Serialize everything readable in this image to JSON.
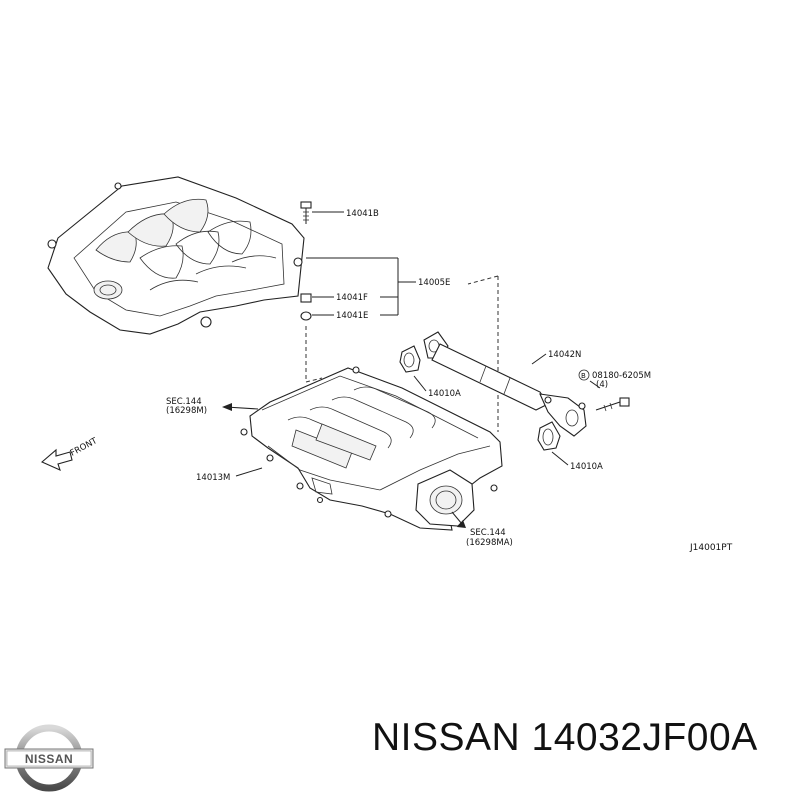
{
  "diagram": {
    "labels": {
      "p14041B": "14041B",
      "p14005E": "14005E",
      "p14041F": "14041F",
      "p14041E": "14041E",
      "p14042N": "14042N",
      "bolt_code": "08180-6205M",
      "bolt_qty": "(4)",
      "bolt_symbol": "B",
      "p14010A_top": "14010A",
      "p14010A_bottom": "14010A",
      "sec144_left_line1": "SEC.144",
      "sec144_left_line2": "(16298M)",
      "p14013M": "14013M",
      "sec144_bottom_line1": "SEC.144",
      "sec144_bottom_line2": "(16298MA)",
      "front": "FRONT",
      "figure_code": "J14001PT"
    }
  },
  "brand": {
    "logo_text": "NISSAN",
    "caption": "NISSAN 14032JF00A"
  }
}
